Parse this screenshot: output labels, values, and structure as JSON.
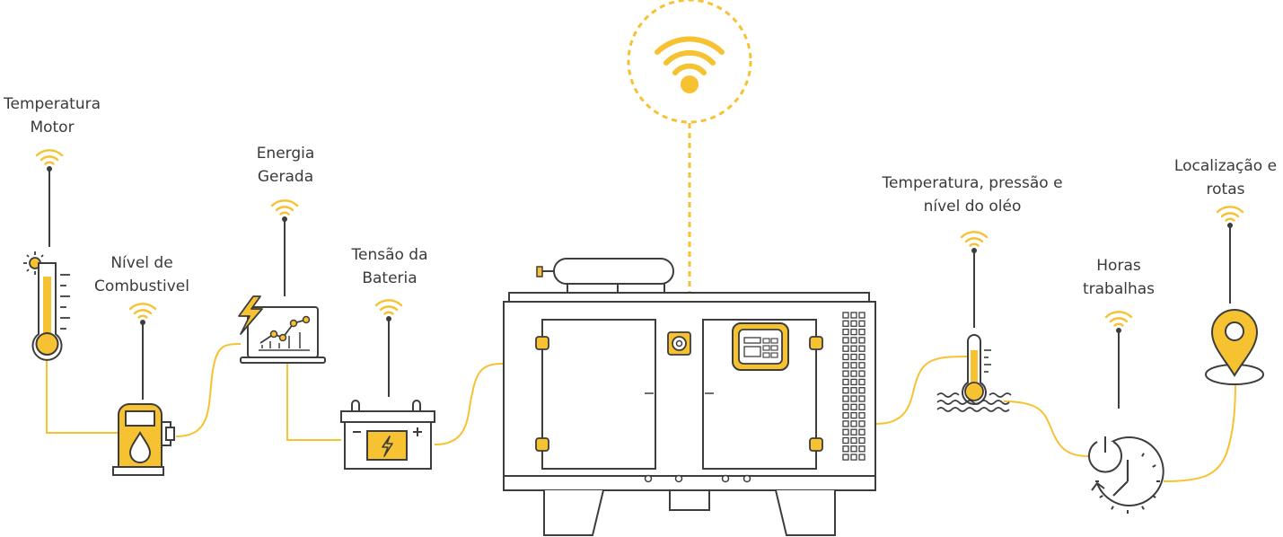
{
  "labels": {
    "engine_temp": [
      "Temperatura",
      "Motor"
    ],
    "fuel_level": [
      "Nível de",
      "Combustivel"
    ],
    "energy": [
      "Energia",
      "Gerada"
    ],
    "battery": [
      "Tensão da",
      "Bateria"
    ],
    "oil": [
      "Temperatura,  pressão e",
      "nível do oléo"
    ],
    "hours": [
      "Horas",
      "trabalhas"
    ],
    "location": [
      "Localização e",
      "rotas"
    ]
  },
  "icons": {
    "engine_temp": "thermometer-sun-icon",
    "fuel_level": "fuel-pump-icon",
    "energy": "energy-chart-laptop-icon",
    "battery": "car-battery-icon",
    "generator": "generator-icon",
    "wireless": "wifi-signal-icon",
    "oil": "thermometer-liquid-icon",
    "hours": "power-clock-icon",
    "location": "map-pin-icon"
  },
  "colors": {
    "accent": "#f6c232",
    "ink": "#3d3d3d",
    "text": "#3a3a3a"
  }
}
